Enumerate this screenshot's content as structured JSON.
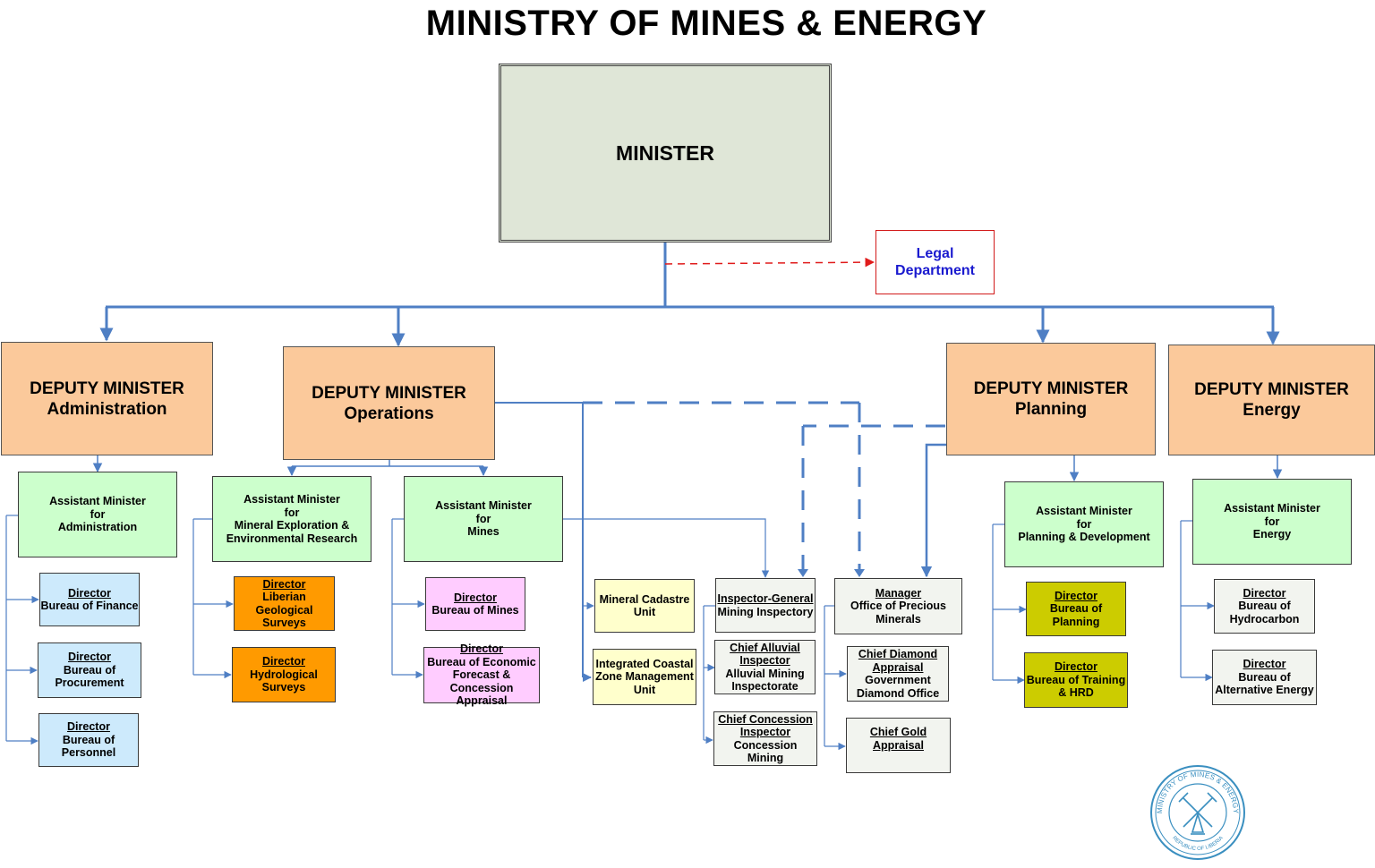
{
  "title": "MINISTRY OF MINES & ENERGY",
  "minister": "MINISTER",
  "legal": [
    "Legal",
    "Department"
  ],
  "deputies": {
    "administration": [
      "DEPUTY MINISTER",
      "Administration"
    ],
    "operations": [
      "DEPUTY MINISTER",
      "Operations"
    ],
    "planning": [
      "DEPUTY MINISTER",
      "Planning"
    ],
    "energy": [
      "DEPUTY MINISTER",
      "Energy"
    ]
  },
  "assistants": {
    "administration": [
      "Assistant Minister",
      "for",
      "Administration"
    ],
    "exploration": [
      "Assistant Minister",
      "for",
      "Mineral Exploration &",
      "Environmental Research"
    ],
    "mines": [
      "Assistant Minister",
      "for",
      "Mines"
    ],
    "planning": [
      "Assistant Minister",
      "for",
      "Planning & Development"
    ],
    "energy": [
      "Assistant Minister",
      "for",
      "Energy"
    ]
  },
  "admin_units": {
    "finance": [
      "Director",
      "Bureau of Finance"
    ],
    "procurement": [
      "Director",
      "Bureau of",
      "Procurement"
    ],
    "personnel": [
      "Director",
      "Bureau of",
      "Personnel"
    ]
  },
  "exploration_units": {
    "geological": [
      "Director",
      "Liberian",
      "Geological",
      "Surveys"
    ],
    "hydrological": [
      "Director",
      "Hydrological",
      "Surveys"
    ]
  },
  "mines_units": {
    "mines": [
      "Director",
      "Bureau of Mines"
    ],
    "economic": [
      "Director",
      "Bureau of Economic",
      "Forecast &",
      "Concession Appraisal"
    ]
  },
  "operations_units": {
    "cadastre": [
      "Mineral Cadastre",
      "Unit"
    ],
    "coastal": [
      "Integrated Coastal",
      "Zone Management",
      "Unit"
    ],
    "inspector_general": [
      "Inspector-General",
      "Mining Inspectory"
    ],
    "alluvial": [
      "Chief Alluvial",
      "Inspector",
      "Alluvial Mining",
      "Inspectorate"
    ],
    "concession": [
      "Chief Concession",
      "Inspector",
      "Concession Mining"
    ],
    "precious": [
      "Manager",
      "Office of Precious",
      "Minerals"
    ],
    "diamond": [
      "Chief Diamond",
      "Appraisal",
      "Government",
      "Diamond Office"
    ],
    "gold": [
      "Chief Gold",
      "Appraisal"
    ]
  },
  "planning_units": {
    "planning": [
      "Director",
      "Bureau of Planning"
    ],
    "training": [
      "Director",
      "Bureau of Training",
      "& HRD"
    ]
  },
  "energy_units": {
    "hydrocarbon": [
      "Director",
      "Bureau of",
      "Hydrocarbon"
    ],
    "alternative": [
      "Director",
      "Bureau of",
      "Alternative Energy"
    ]
  },
  "seal": {
    "top_text": "MINISTRY OF MINES & ENERGY",
    "bottom_text": "REPUBLIC OF LIBERIA"
  },
  "colors": {
    "connector": "#4f7fc4",
    "legal_arrow": "#e01b1b",
    "deputy_fill": "#fbc99b",
    "assistant_fill": "#ccffcc",
    "admin_fill": "#cdeafc",
    "exploration_fill": "#ff9a00",
    "mines_fill": "#ffccff",
    "operations_unit_fill": "#ffffcc",
    "inspectorate_fill": "#f2f4ef",
    "planning_fill": "#cccc00",
    "seal_color": "#3a8fc0"
  }
}
